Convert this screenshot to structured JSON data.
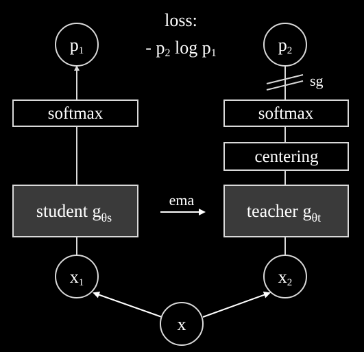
{
  "loss": {
    "title": "loss:",
    "minus": "- p",
    "p2_sub": "2",
    "log": " log p",
    "p1_sub": "1"
  },
  "student": {
    "output_letter": "p",
    "output_sub": "1",
    "softmax": "softmax",
    "network_label": "student g",
    "network_sub": "θs",
    "input_letter": "x",
    "input_sub": "1"
  },
  "teacher": {
    "output_letter": "p",
    "output_sub": "2",
    "stop_grad": "sg",
    "softmax": "softmax",
    "centering": "centering",
    "network_label": "teacher g",
    "network_sub": "θt",
    "input_letter": "x",
    "input_sub": "2"
  },
  "ema_label": "ema",
  "source": "x",
  "colors": {
    "background": "#000000",
    "box_fill": "#3a3a3a",
    "stroke": "#d9d9d9",
    "text": "#ffffff"
  }
}
